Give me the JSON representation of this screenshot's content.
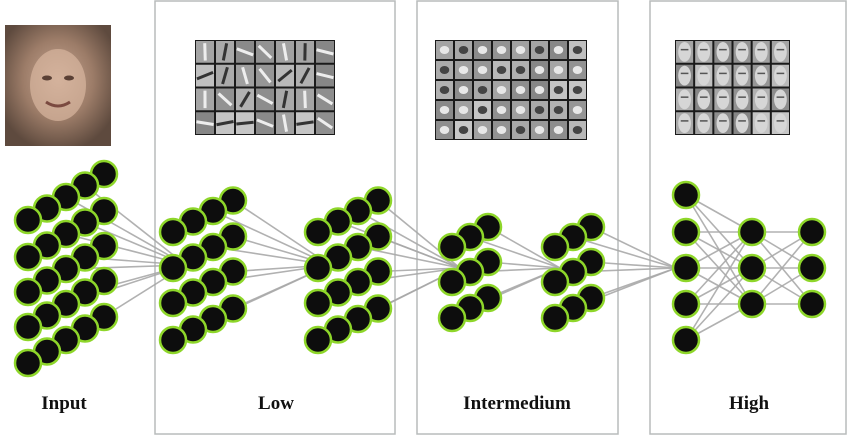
{
  "stages": [
    {
      "label": "Input"
    },
    {
      "label": "Low"
    },
    {
      "label": "Intermedium"
    },
    {
      "label": "High"
    }
  ],
  "colors": {
    "node_fill": "#0d0d0d",
    "node_ring": "#8ed62a",
    "edge": "#a9a9a9",
    "panel_border": "#b8bcbc"
  }
}
